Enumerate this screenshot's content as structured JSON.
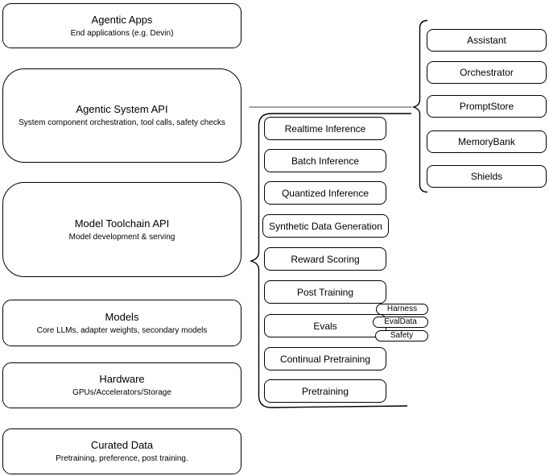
{
  "diagram": {
    "left_column": [
      {
        "title": "Agentic Apps",
        "subtitle": "End applications (e.g. Devin)"
      },
      {
        "title": "Agentic System API",
        "subtitle": "System component orchestration, tool calls, safety checks"
      },
      {
        "title": "Model Toolchain API",
        "subtitle": "Model development & serving"
      },
      {
        "title": "Models",
        "subtitle": "Core LLMs, adapter weights, secondary models"
      },
      {
        "title": "Hardware",
        "subtitle": "GPUs/Accelerators/Storage"
      },
      {
        "title": "Curated Data",
        "subtitle": "Pretraining, preference, post training."
      }
    ],
    "toolchain_group": {
      "items": [
        "Realtime Inference",
        "Batch Inference",
        "Quantized Inference",
        "Synthetic Data Generation",
        "Reward Scoring",
        "Post Training",
        "Evals",
        "Continual Pretraining",
        "Pretraining"
      ],
      "evals_tags": [
        "Harness",
        "EvalData",
        "Safety"
      ]
    },
    "system_group": {
      "items": [
        "Assistant",
        "Orchestrator",
        "PromptStore",
        "MemoryBank",
        "Shields"
      ]
    },
    "colors": {
      "stroke": "#000000",
      "connector_line": "#848484",
      "node_fill": "#ffffff",
      "background": "#ffffff",
      "text": "#000000"
    }
  }
}
